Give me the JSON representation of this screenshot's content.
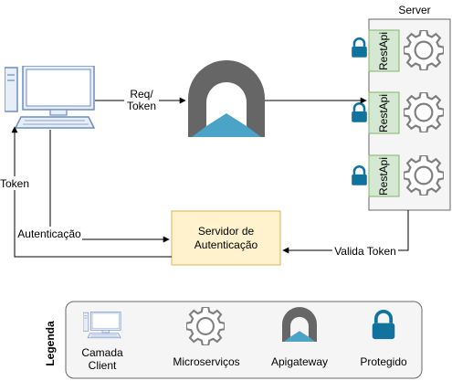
{
  "server": {
    "title": "Server"
  },
  "services": [
    {
      "label": "RestApi"
    },
    {
      "label": "RestApi"
    },
    {
      "label": "RestApi"
    }
  ],
  "edges": {
    "req_token_line1": "Req/",
    "req_token_line2": "Token",
    "token": "Token",
    "autenticacao": "Autenticação",
    "valida_token": "Valida Token"
  },
  "auth_box": {
    "line1": "Servidor de",
    "line2": "Autenticação"
  },
  "legend": {
    "title": "Legenda",
    "items": [
      {
        "line1": "Camada",
        "line2": "Client"
      },
      {
        "label": "Microserviços"
      },
      {
        "label": "Apigateway"
      },
      {
        "label": "Protegido"
      }
    ]
  },
  "colors": {
    "gateway_gray": "#666666",
    "gateway_blue": "#4BA3C7",
    "lock_blue": "#10739E",
    "service_green": "#D5E8D4",
    "auth_fill": "#FFF2CC",
    "auth_stroke": "#D6B656",
    "computer_fill": "#E8EEF7"
  }
}
